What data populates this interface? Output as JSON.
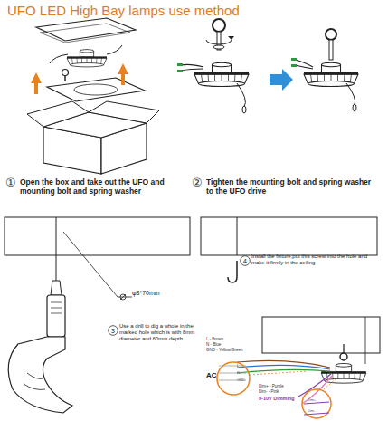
{
  "diagram": {
    "title": "UFO LED High Bay lamps use method",
    "nodes": [
      {
        "text": [
          "3"
        ]
      },
      {
        "text": [
          "4"
        ]
      }
    ],
    "labels": [
      "①",
      "Open the box and take out the UFO and mounting bolt and spring washer",
      "②",
      "Tighten the mounting bolt and spring washer to the UFO drive",
      "φ8*70mm",
      "Use a drill to dig a whole in the marked hole which is with 8mm diameter and 60mm depth",
      "Install the fixture,put this screw into the hole and make it firmly in the ceiling",
      "L - Brown",
      "N - Blue",
      "GND - Yellow/Green",
      "AC",
      "L",
      "N",
      "GND",
      "Dim+ - Purple",
      "Dim- - Pink",
      "0-10V Dimming",
      "Dim+",
      "Dim-"
    ]
  }
}
